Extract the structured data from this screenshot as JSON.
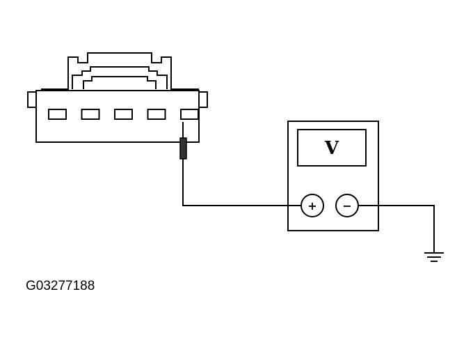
{
  "figure": {
    "id_label": "G03277188"
  },
  "voltmeter": {
    "display_label": "V",
    "positive_label": "+",
    "negative_label": "−"
  },
  "connector": {
    "pin_count": 5,
    "probed_pin": 5
  },
  "colors": {
    "line": "#000000",
    "background": "#ffffff",
    "probe_fill": "#333333"
  },
  "icons": {
    "ground": "ground-symbol-icon",
    "connector": "electrical-connector-icon",
    "meter": "voltmeter-icon"
  }
}
